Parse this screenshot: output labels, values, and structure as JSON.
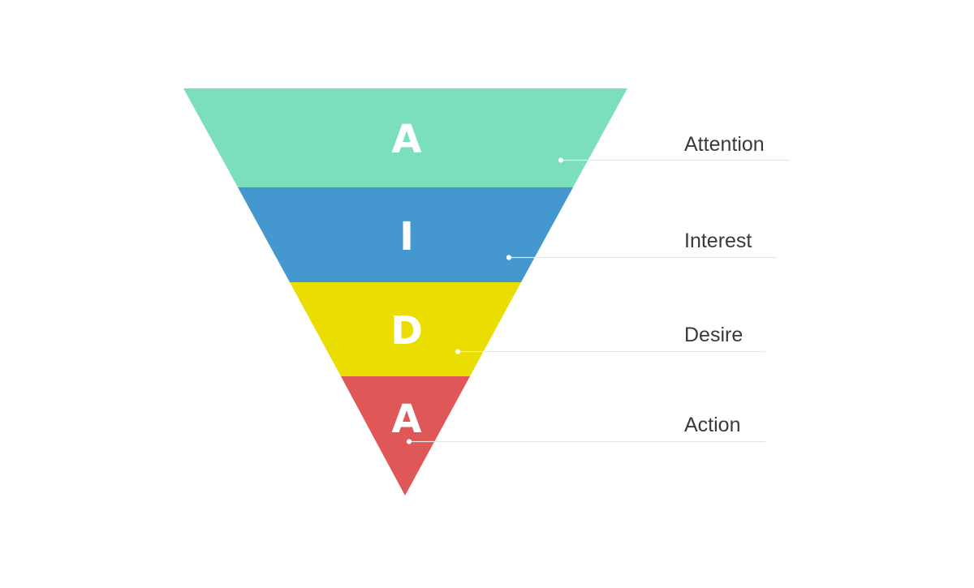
{
  "diagram": {
    "type": "funnel",
    "stages": [
      {
        "letter": "A",
        "label": "Attention",
        "color": "#7BDFBD"
      },
      {
        "letter": "I",
        "label": "Interest",
        "color": "#4498CF"
      },
      {
        "letter": "D",
        "label": "Desire",
        "color": "#EADD00"
      },
      {
        "letter": "A",
        "label": "Action",
        "color": "#E05757"
      }
    ]
  }
}
